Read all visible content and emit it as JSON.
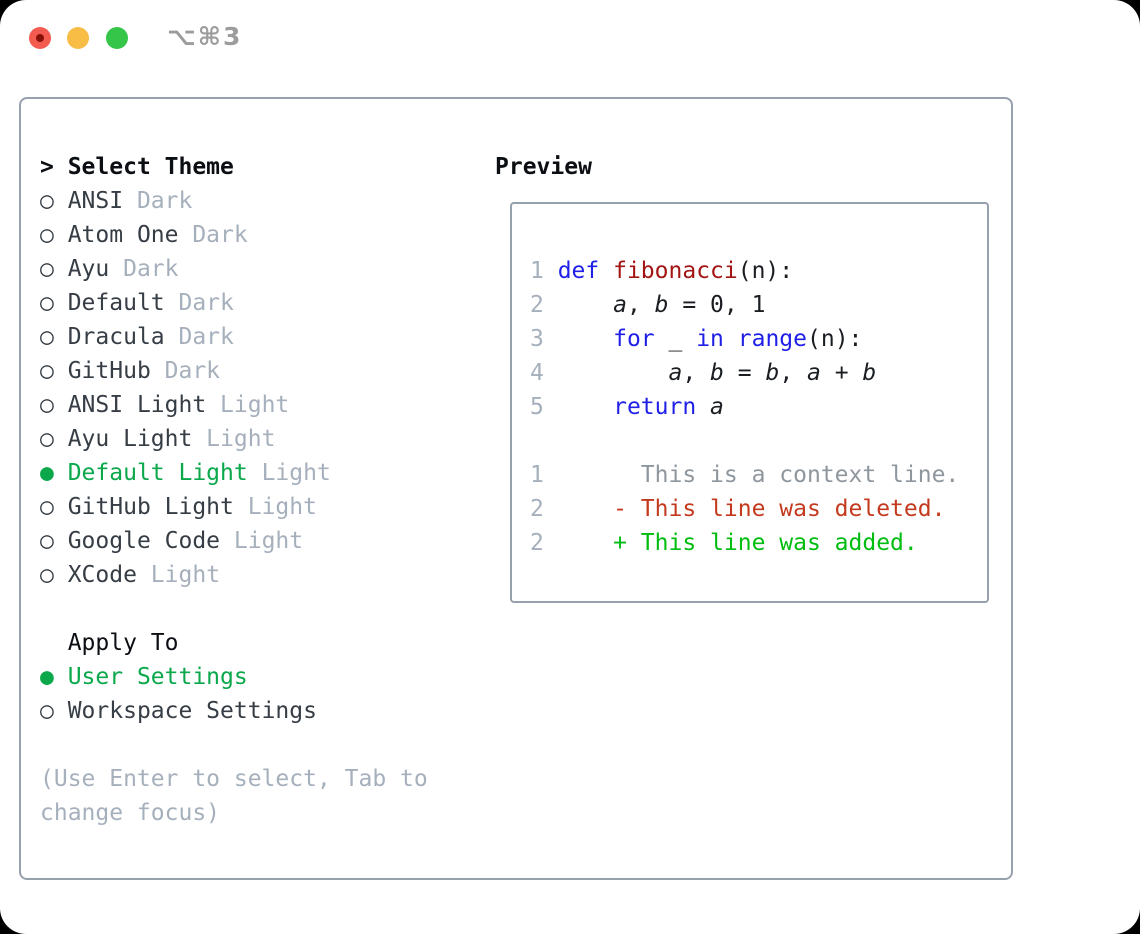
{
  "window": {
    "title": "⌥⌘3"
  },
  "icons": {
    "selected_bullet": "●",
    "unselected_bullet": "○",
    "prompt_caret": ">"
  },
  "colors": {
    "accent_green": "#0aa84b",
    "added_green": "#00bd10",
    "deleted_red": "#c43a1f",
    "keyword_blue": "#1f1fe8",
    "function_red": "#a31515",
    "plain_text": "#1a1d21",
    "muted_gray": "#a6b0bc",
    "context_gray": "#8e969e",
    "border_gray": "#97a1ad",
    "name_dark": "#363d45",
    "header_black": "#0b0e12",
    "title_gray": "#9c9c9c",
    "traffic_red": "#f45b50",
    "traffic_red_dot": "#871108",
    "traffic_yellow": "#f7bd45",
    "traffic_green": "#35c548"
  },
  "theme_panel": {
    "header": {
      "prompt": ">",
      "label": "Select Theme"
    },
    "items": [
      {
        "name": "ANSI",
        "variant": "Dark",
        "selected": false
      },
      {
        "name": "Atom One",
        "variant": "Dark",
        "selected": false
      },
      {
        "name": "Ayu",
        "variant": "Dark",
        "selected": false
      },
      {
        "name": "Default",
        "variant": "Dark",
        "selected": false
      },
      {
        "name": "Dracula",
        "variant": "Dark",
        "selected": false
      },
      {
        "name": "GitHub",
        "variant": "Dark",
        "selected": false
      },
      {
        "name": "ANSI Light",
        "variant": "Light",
        "selected": false
      },
      {
        "name": "Ayu Light",
        "variant": "Light",
        "selected": false
      },
      {
        "name": "Default Light",
        "variant": "Light",
        "selected": true
      },
      {
        "name": "GitHub Light",
        "variant": "Light",
        "selected": false
      },
      {
        "name": "Google Code",
        "variant": "Light",
        "selected": false
      },
      {
        "name": "XCode",
        "variant": "Light",
        "selected": false
      }
    ],
    "apply_to": {
      "label": "Apply To",
      "options": [
        {
          "name": "User Settings",
          "selected": true
        },
        {
          "name": "Workspace Settings",
          "selected": false
        }
      ]
    },
    "help_lines": [
      "(Use Enter to select, Tab to",
      "change focus)"
    ]
  },
  "preview": {
    "label": "Preview",
    "code_lines": [
      {
        "num": "1",
        "segments": [
          {
            "t": "def",
            "c": "kw"
          },
          {
            "t": " ",
            "c": "pl"
          },
          {
            "t": "fibonacci",
            "c": "fn"
          },
          {
            "t": "(n):",
            "c": "pl"
          }
        ]
      },
      {
        "num": "2",
        "segments": [
          {
            "t": "    ",
            "c": "pl"
          },
          {
            "t": "a",
            "c": "var"
          },
          {
            "t": ", ",
            "c": "pl"
          },
          {
            "t": "b",
            "c": "var"
          },
          {
            "t": " = 0, 1",
            "c": "pl"
          }
        ]
      },
      {
        "num": "3",
        "segments": [
          {
            "t": "    ",
            "c": "pl"
          },
          {
            "t": "for",
            "c": "kw"
          },
          {
            "t": " _ ",
            "c": "pl"
          },
          {
            "t": "in",
            "c": "kw"
          },
          {
            "t": " ",
            "c": "pl"
          },
          {
            "t": "range",
            "c": "kw"
          },
          {
            "t": "(n):",
            "c": "pl"
          }
        ]
      },
      {
        "num": "4",
        "segments": [
          {
            "t": "        ",
            "c": "pl"
          },
          {
            "t": "a",
            "c": "var"
          },
          {
            "t": ", ",
            "c": "pl"
          },
          {
            "t": "b",
            "c": "var"
          },
          {
            "t": " = ",
            "c": "pl"
          },
          {
            "t": "b",
            "c": "var"
          },
          {
            "t": ", ",
            "c": "pl"
          },
          {
            "t": "a",
            "c": "var"
          },
          {
            "t": " + ",
            "c": "pl"
          },
          {
            "t": "b",
            "c": "var"
          }
        ]
      },
      {
        "num": "5",
        "segments": [
          {
            "t": "    ",
            "c": "pl"
          },
          {
            "t": "return",
            "c": "kw"
          },
          {
            "t": " ",
            "c": "pl"
          },
          {
            "t": "a",
            "c": "var"
          }
        ]
      },
      {
        "num": "",
        "segments": []
      },
      {
        "num": "1",
        "segments": [
          {
            "t": "      This is a context line.",
            "c": "ctx"
          }
        ]
      },
      {
        "num": "2",
        "segments": [
          {
            "t": "    - This line was deleted.",
            "c": "del"
          }
        ]
      },
      {
        "num": "2",
        "segments": [
          {
            "t": "    + This line was added.",
            "c": "add"
          }
        ]
      }
    ]
  }
}
